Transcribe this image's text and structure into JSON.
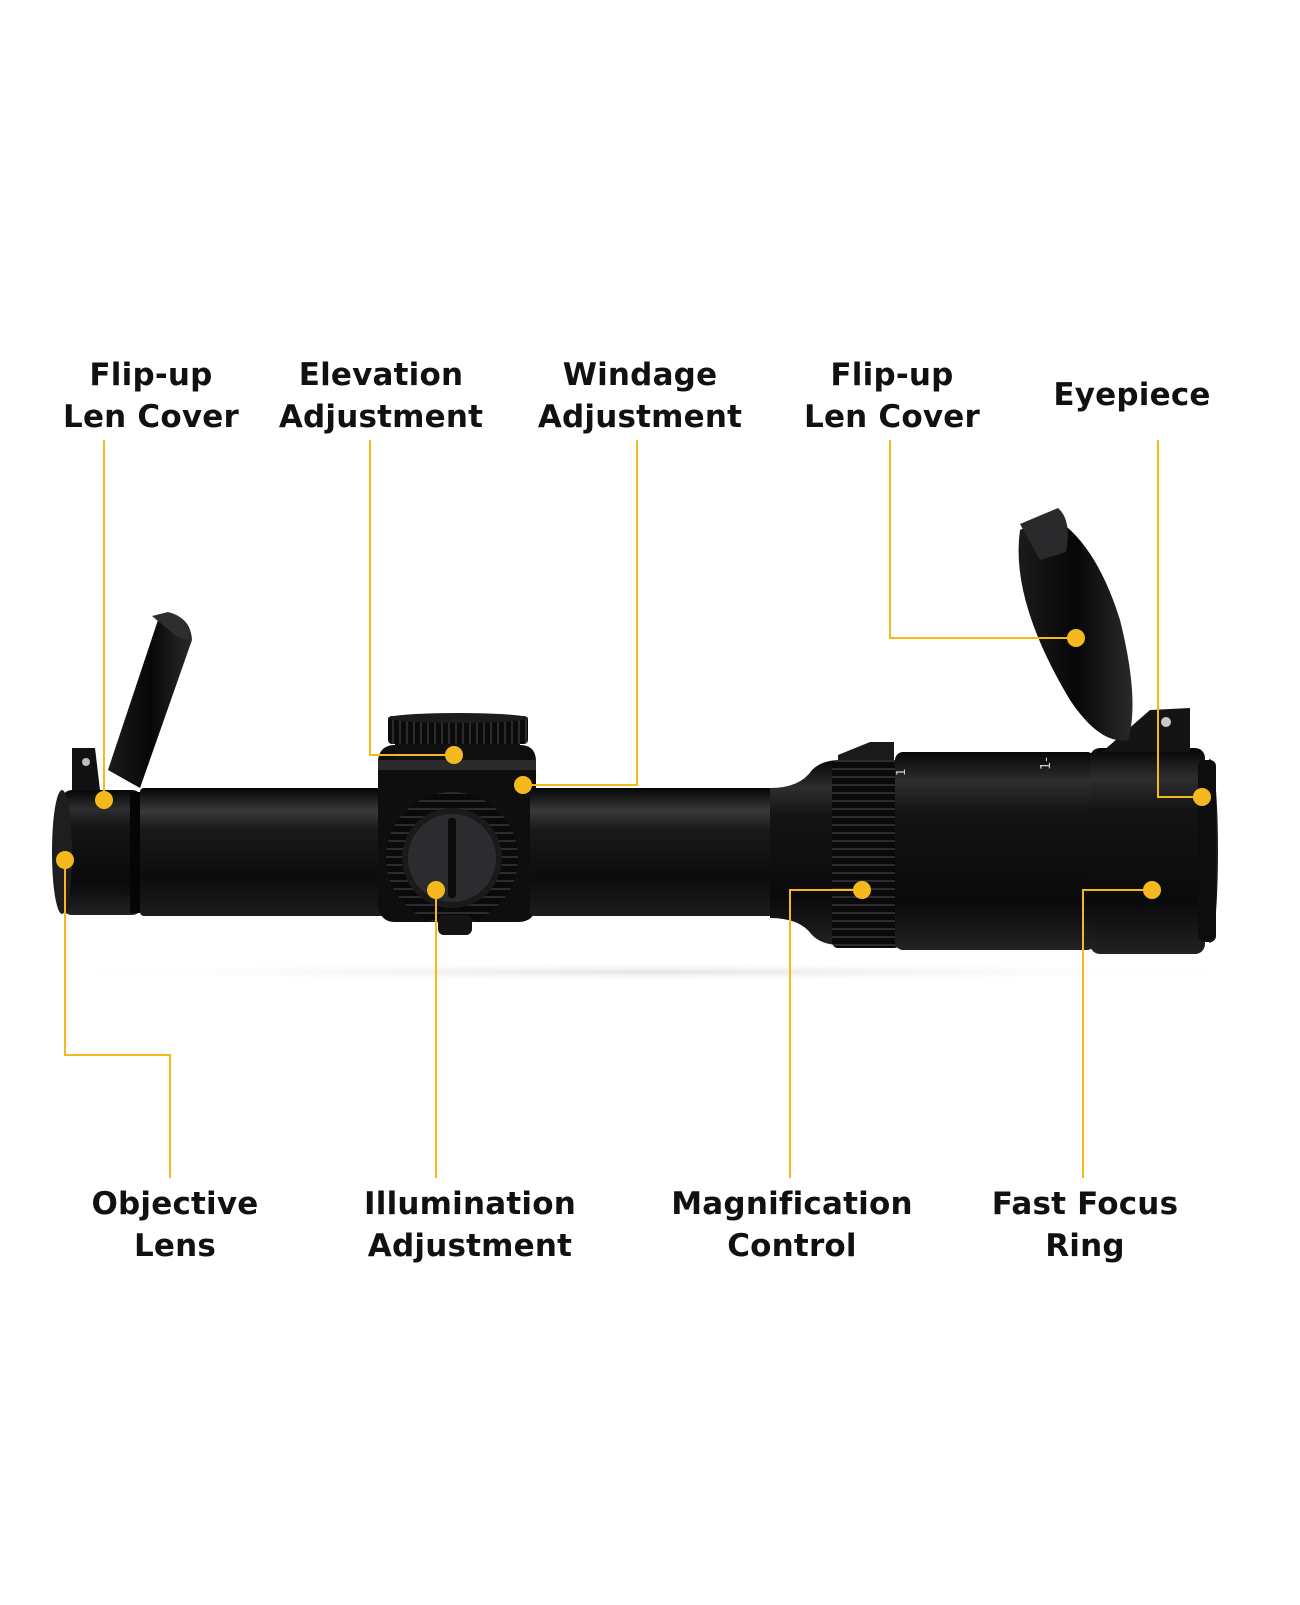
{
  "accent_color": "#F5B91E",
  "scope_color": "#0e0e0f",
  "labels": {
    "flip_up_front": [
      "Flip-up",
      "Len Cover"
    ],
    "elevation": [
      "Elevation",
      "Adjustment"
    ],
    "windage": [
      "Windage",
      "Adjustment"
    ],
    "flip_up_rear": [
      "Flip-up",
      "Len Cover"
    ],
    "eyepiece": [
      "Eyepiece"
    ],
    "objective": [
      "Objective",
      "Lens"
    ],
    "illumination": [
      "Illumination",
      "Adjustment"
    ],
    "magnification": [
      "Magnification",
      "Control"
    ],
    "fast_focus": [
      "Fast Focus",
      "Ring"
    ]
  },
  "scope_markings": {
    "mag_1": "1",
    "mag_dash": "1-"
  }
}
